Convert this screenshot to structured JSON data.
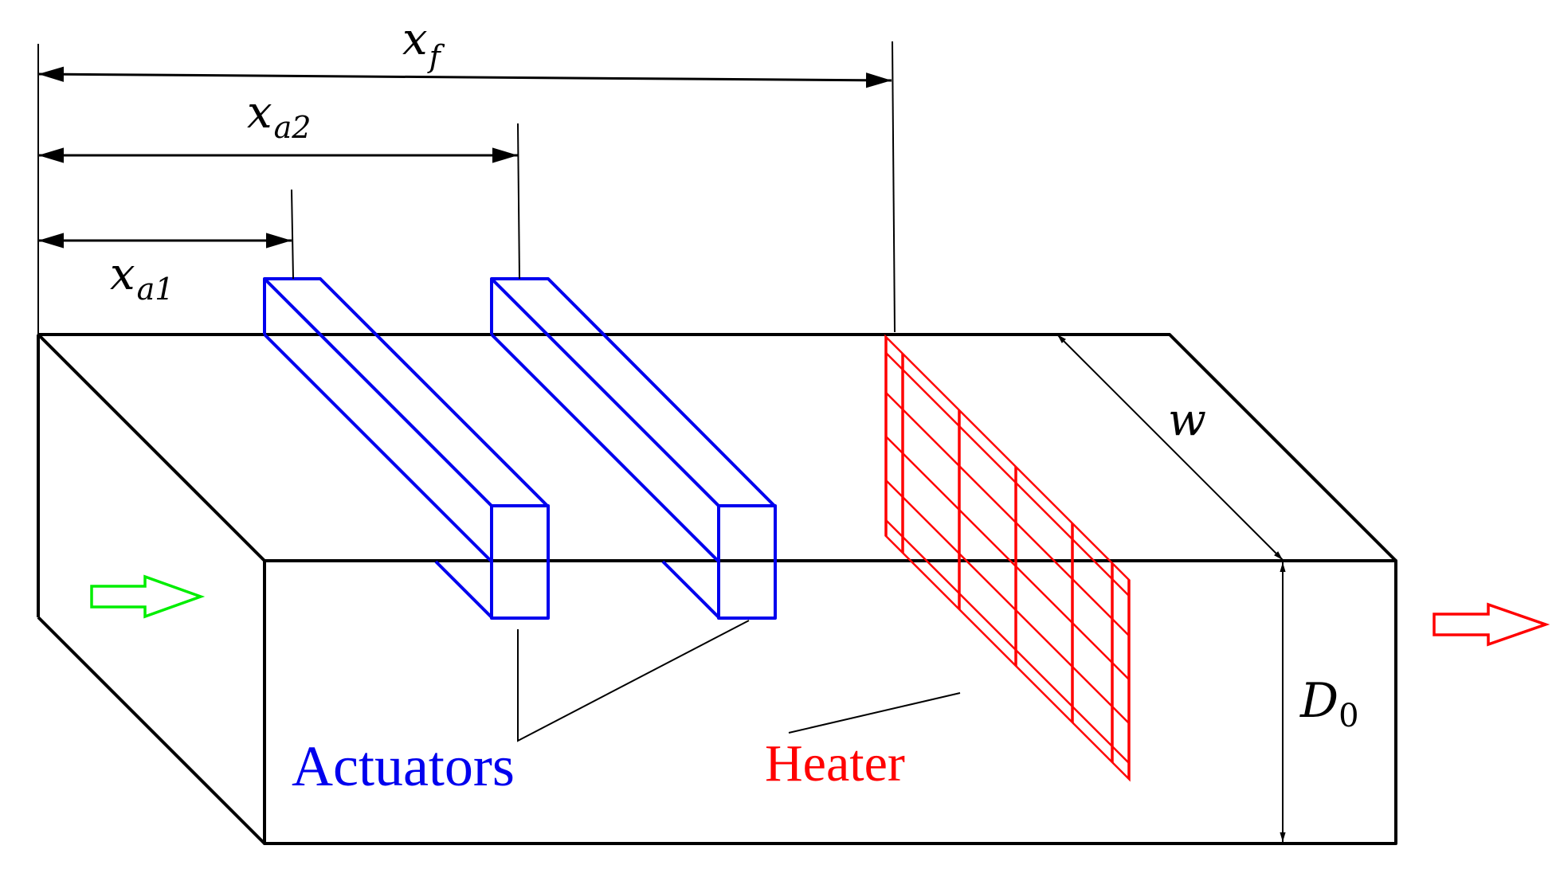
{
  "labels": {
    "xf_main": "x",
    "xf_sub": "f",
    "xa2_main": "x",
    "xa2_sub": "a2",
    "xa1_main": "x",
    "xa1_sub": "a1",
    "w": "w",
    "d0_main": "D",
    "d0_sub": "0",
    "actuators": "Actuators",
    "heater": "Heater"
  },
  "colors": {
    "outline": "#000000",
    "actuators": "#0000ee",
    "heater": "#ff0000",
    "inflow_arrow": "#00ee00",
    "outflow_arrow": "#ff0000"
  },
  "icons": {
    "inflow": "right-arrow-icon",
    "outflow": "right-arrow-icon"
  }
}
